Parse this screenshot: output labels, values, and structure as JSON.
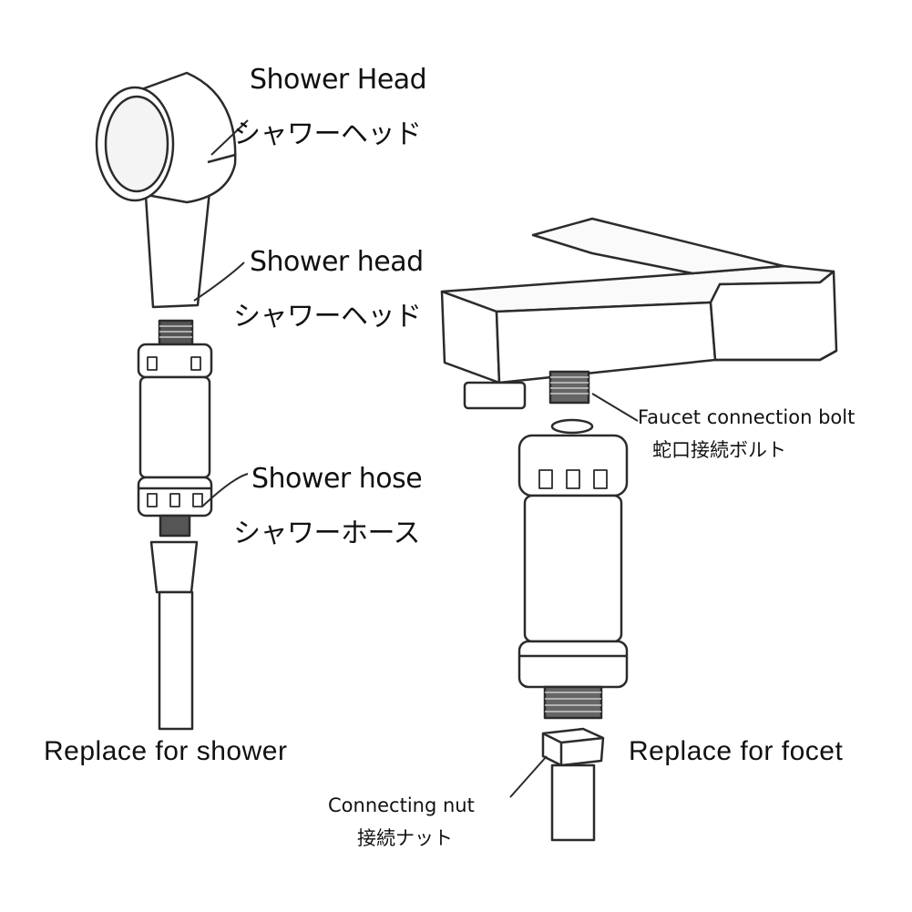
{
  "left_assembly": {
    "shower_head_en": "Shower Head",
    "shower_head_ja": "シャワーヘッド",
    "shower_head2_en": "Shower head",
    "shower_head2_ja": "シャワーヘッド",
    "shower_hose_en": "Shower hose",
    "shower_hose_ja": "シャワーホース",
    "caption": "Replace for shower"
  },
  "right_assembly": {
    "faucet_bolt_en": "Faucet connection bolt",
    "faucet_bolt_ja": "蛇口接続ボルト",
    "nut_en": "Connecting nut",
    "nut_ja": "接続ナット",
    "caption": "Replace for focet"
  },
  "colors": {
    "line": "#2b2b2b",
    "fill": "#ffffff",
    "shade": "#c8c8c8"
  }
}
